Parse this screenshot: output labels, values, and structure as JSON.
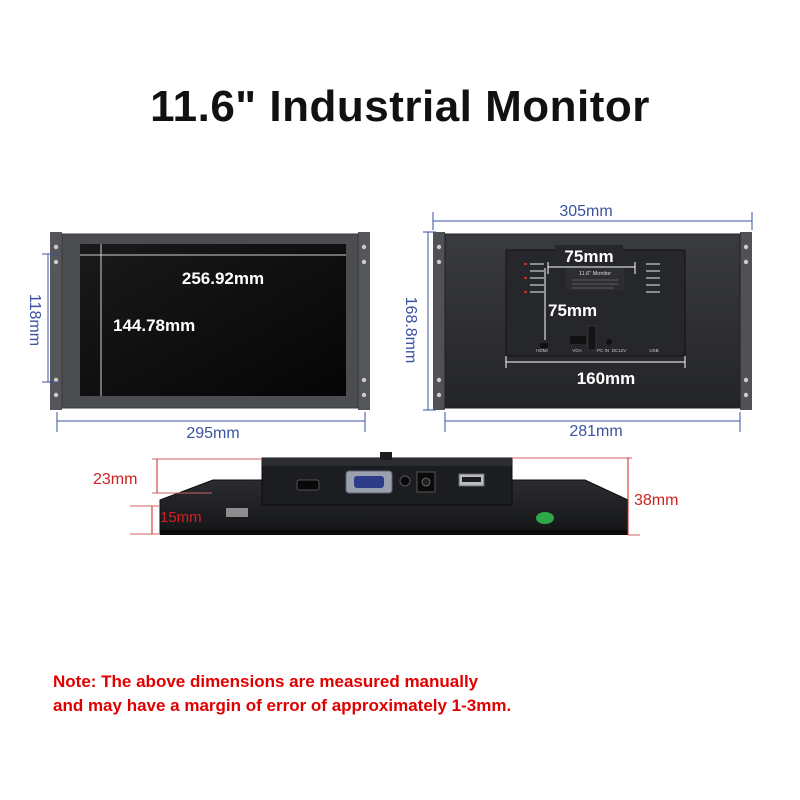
{
  "title": "11.6\" Industrial Monitor",
  "front_view": {
    "screen_width": "256.92mm",
    "screen_height": "144.78mm",
    "outer_width": "295mm",
    "outer_height": "118mm"
  },
  "back_view": {
    "total_width": "305mm",
    "body_width": "281mm",
    "total_height": "168.8mm",
    "vesa_horizontal": "75mm",
    "vesa_vertical": "75mm",
    "box_width": "160mm",
    "label_title": "11.6\" Monitor",
    "port_labels": [
      "HDMI",
      "VGA",
      "PC IN",
      "DC12V",
      "USB"
    ]
  },
  "side_view": {
    "box_depth": "23mm",
    "panel_depth": "15mm",
    "total_depth": "38mm"
  },
  "note": {
    "line1": "Note: The above dimensions are measured manually",
    "line2": "and may have a margin of error of approximately 1-3mm."
  },
  "colors": {
    "dimension_blue": "#3a52a0",
    "dimension_red": "#d02020",
    "note_red": "#e00000",
    "bezel": "#4a4b4f",
    "screen": "#0c0c0c",
    "back_panel": "#2e2f33"
  }
}
